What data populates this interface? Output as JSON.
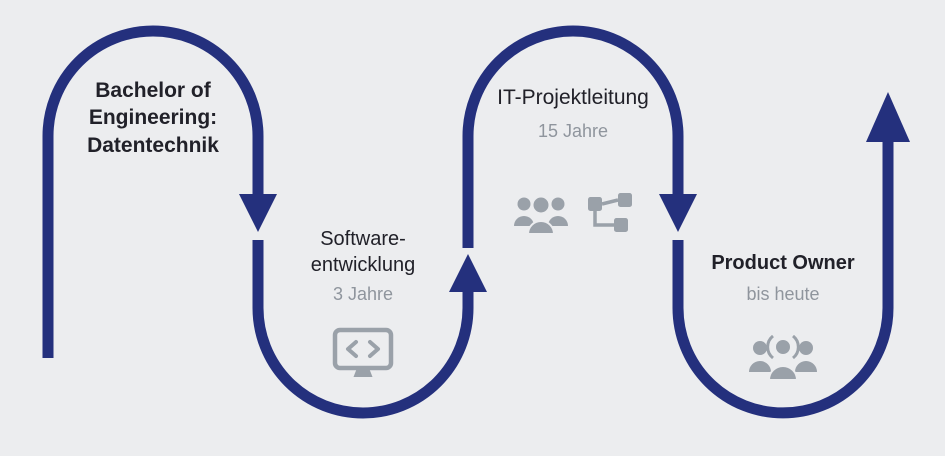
{
  "colors": {
    "background": "#ecedef",
    "path": "#24307d",
    "title_text": "#212129",
    "muted_text": "#8f959d",
    "icon": "#9aa1a9"
  },
  "stages": [
    {
      "title": "Bachelor of\nEngineering:\nDatentechnik"
    },
    {
      "title": "Software-\nentwicklung",
      "duration": "3 Jahre",
      "icons": [
        "code-monitor-icon"
      ]
    },
    {
      "title": "IT-Projektleitung",
      "duration": "15 Jahre",
      "icons": [
        "team-icon",
        "workflow-icon"
      ]
    },
    {
      "title": "Product Owner",
      "duration": "bis heute",
      "icons": [
        "audience-icon"
      ]
    }
  ]
}
